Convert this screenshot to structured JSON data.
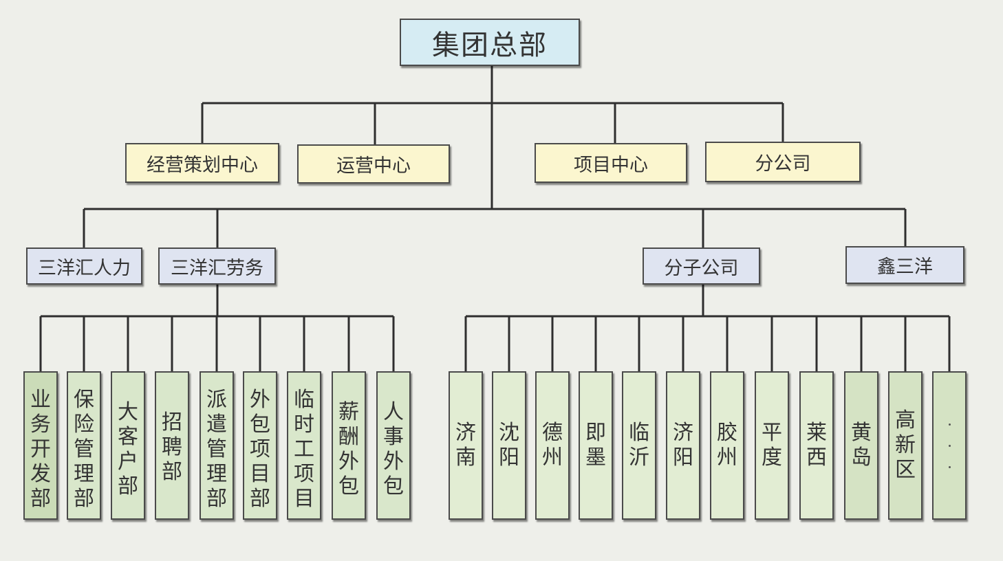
{
  "root": {
    "label": "集团总部"
  },
  "centers": [
    {
      "label": "经营策划中心"
    },
    {
      "label": "运营中心"
    },
    {
      "label": "项目中心"
    },
    {
      "label": "分公司"
    }
  ],
  "units": [
    {
      "label": "三洋汇人力"
    },
    {
      "label": "三洋汇劳务"
    },
    {
      "label": "分子公司"
    },
    {
      "label": "鑫三洋"
    }
  ],
  "departments": [
    {
      "label": "业务开发部"
    },
    {
      "label": "保险管理部"
    },
    {
      "label": "大客户部"
    },
    {
      "label": "招聘部"
    },
    {
      "label": "派遣管理部"
    },
    {
      "label": "外包项目部"
    },
    {
      "label": "临时工项目"
    },
    {
      "label": "薪酬外包"
    },
    {
      "label": "人事外包"
    }
  ],
  "branches": [
    {
      "label": "济南"
    },
    {
      "label": "沈阳"
    },
    {
      "label": "德州"
    },
    {
      "label": "即墨"
    },
    {
      "label": "临沂"
    },
    {
      "label": "济阳"
    },
    {
      "label": "胶州"
    },
    {
      "label": "平度"
    },
    {
      "label": "莱西"
    },
    {
      "label": "黄岛"
    },
    {
      "label": "高新区"
    }
  ],
  "branches_more": {
    "icon": "vertical-ellipsis-icon"
  },
  "colors": {
    "root": "#d6ecf3",
    "center": "#fbf6cf",
    "unit": "#dfe4f1",
    "leaf": "#d9e7cb",
    "line": "#2e2e2e"
  }
}
